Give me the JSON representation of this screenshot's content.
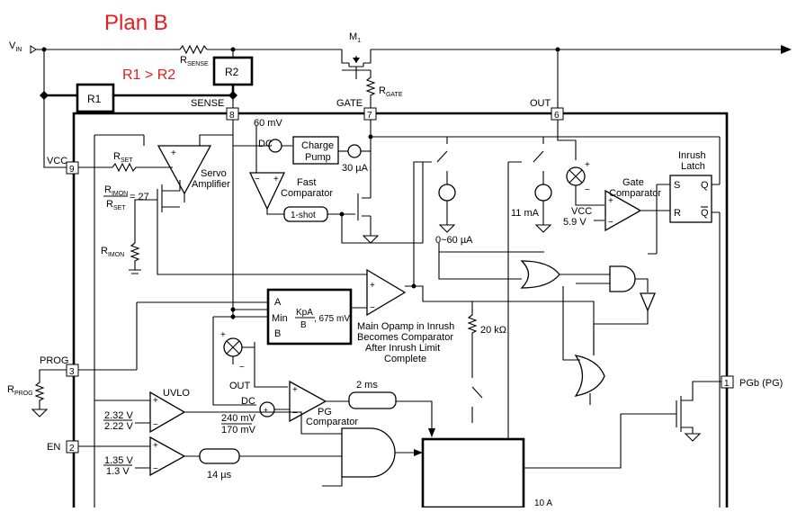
{
  "diagram": {
    "plan_title": "Plan B",
    "relation": "R1 > R2",
    "r1": "R1",
    "r2": "R2",
    "vin": "V",
    "vin_sub": "IN",
    "rsense": "R",
    "rsense_sub": "SENSE",
    "m1": "M",
    "m1_sub": "1",
    "rgate": "R",
    "rgate_sub": "GATE",
    "sense": "SENSE",
    "gate": "GATE",
    "out_top": "OUT",
    "vcc": "VCC",
    "prog": "PROG",
    "en": "EN",
    "pgb": "PGb (PG)",
    "rprog": "R",
    "rprog_sub": "PROG",
    "rset": "R",
    "rset_sub": "SET",
    "rimon_frac_num": "R",
    "rimon_frac_num_sub": "IMON",
    "rimon_frac_eq": "= 27",
    "rset_frac_den": "R",
    "rset_frac_den_sub": "SET",
    "rimon": "R",
    "rimon_sub": "IMON",
    "pin_sense": "8",
    "pin_gate": "7",
    "pin_out": "6",
    "pin_vcc": "9",
    "pin_prog": "3",
    "pin_en": "2",
    "pin_pg": "1",
    "v60": "60 mV",
    "dc": "DC",
    "charge": "Charge",
    "pump": "Pump",
    "i30": "30 µA",
    "servo": "Servo",
    "amplifier": "Amplifier",
    "fast": "Fast",
    "comparator": "Comparator",
    "oneshot": "1-shot",
    "i11": "11 mA",
    "i060": "0~60 µA",
    "gate_cmp1": "Gate",
    "gate_cmp2": "Comparator",
    "vcc_ref": "VCC",
    "v59": "5.9 V",
    "inrush": "Inrush",
    "latch": "Latch",
    "s": "S",
    "q": "Q",
    "r": "R",
    "qbar": "Q",
    "mina": "A",
    "minb": "B",
    "min": "Min",
    "kpa": "KpA",
    "bden": "B",
    "v675": ", 675 mV",
    "opamp1": "Main Opamp in Inrush",
    "opamp2": "Becomes Comparator",
    "opamp3": "After Inrush Limit",
    "opamp4": "Complete",
    "r20k": "20 kΩ",
    "out_mid": "OUT",
    "dc2": "DC",
    "v240": "240 mV",
    "v170": "170 mV",
    "pg1": "PG",
    "pg2": "Comparator",
    "t2ms": "2 ms",
    "uvlo": "UVLO",
    "v232": "2.32 V",
    "v222": "2.22 V",
    "v135": "1.35 V",
    "v13": "1.3 V",
    "t14": "14 µs",
    "plus": "+",
    "minus": "−",
    "bottom_fragment": "10   A"
  }
}
